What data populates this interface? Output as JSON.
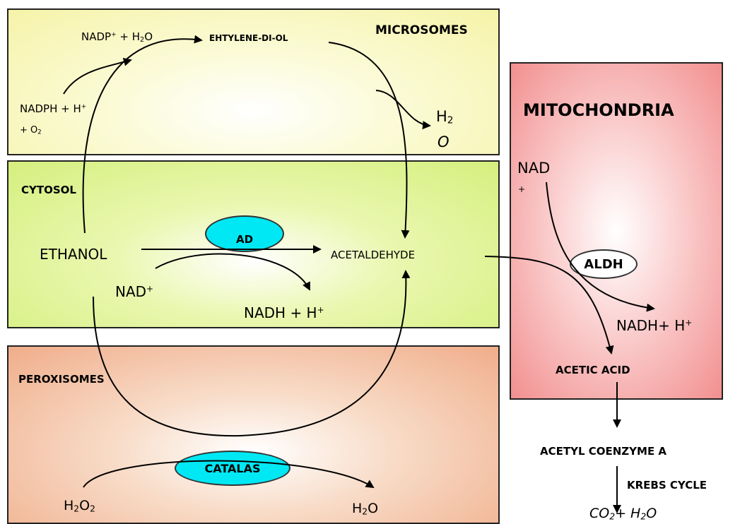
{
  "compartments": {
    "microsomes": "MICROSOMES",
    "cytosol": "CYTOSOL",
    "peroxisomes": "PEROXISOMES",
    "mitochondria": "MITOCHONDRIA"
  },
  "microsomes": {
    "nadp_h2o_a": "NADP",
    "nadp_sup": "+",
    "nadp_h2o_b": " + H",
    "nadp_h2o_sub": "2",
    "nadp_h2o_c": "O",
    "ethylene": "EHTYLENE-DI-OL",
    "nadph_a": "NADPH + H",
    "nadph_sup": "+",
    "o2_a": "+ O",
    "o2_sub": "2",
    "h2o_top_a": "H",
    "h2o_top_sub": "2",
    "h2o_top_b": "O"
  },
  "cytosol": {
    "ethanol": "ETHANOL",
    "enzyme": "AD",
    "acetaldehyde": "ACETALDEHYDE",
    "nad_a": "NAD",
    "nad_sup": "+",
    "nadh_a": "NADH + H",
    "nadh_sup": "+"
  },
  "peroxisomes": {
    "enzyme": "CATALAS",
    "h2o2_a": "H",
    "h2o2_sub1": "2",
    "h2o2_b": "O",
    "h2o2_sub2": "2",
    "h2o_a": "H",
    "h2o_sub": "2",
    "h2o_b": "O"
  },
  "mitochondria": {
    "nad_a": "NAD",
    "nad_sup": "+",
    "enzyme": "ALDH",
    "nadh_a": "NADH+ H",
    "nadh_sup": "+",
    "acetic_acid": "ACETIC ACID"
  },
  "outside": {
    "acetyl_coa": "ACETYL COENZYME A",
    "krebs": "KREBS CYCLE",
    "co2_a": "CO",
    "co2_sub": "2",
    "co2_b": "+ H",
    "co2_sub2": "2",
    "co2_c": "O"
  },
  "colors": {
    "microsomes_fill": "#f6f3a8",
    "cytosol_fill": "#d5ef7e",
    "peroxisomes_fill": "#f0ad8a",
    "mitochondria_fill": "#f28f8f",
    "enzyme_fill": "#00e8f4"
  }
}
